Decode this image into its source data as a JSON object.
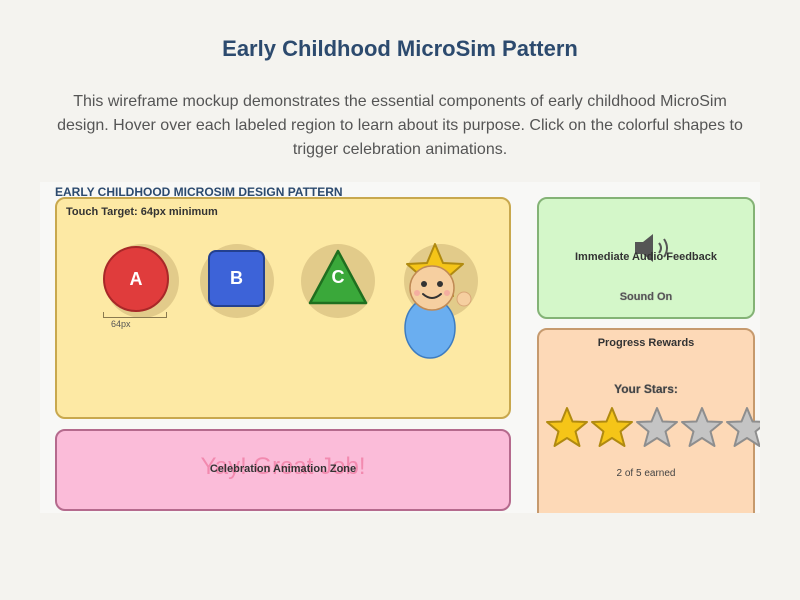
{
  "page": {
    "title": "Early Childhood MicroSim Pattern",
    "intro": "This wireframe mockup demonstrates the essential components of early childhood MicroSim design. Hover over each labeled region to learn about its purpose. Click on the colorful shapes to trigger celebration animations."
  },
  "diagram": {
    "title": "EARLY CHILDHOOD MICROSIM DESIGN PATTERN",
    "touch_zone": {
      "label": "Touch Target: 64px minimum",
      "shapes": [
        {
          "label": "A",
          "shape": "circle",
          "color": "#e03c3c"
        },
        {
          "label": "B",
          "shape": "rounded-square",
          "color": "#3d63d8"
        },
        {
          "label": "C",
          "shape": "triangle",
          "color": "#3aa83a"
        }
      ],
      "measure_label": "64px"
    },
    "celebration_zone": {
      "label": "Celebration Animation Zone",
      "message": "Yay! Great Job!"
    },
    "audio_zone": {
      "label": "Immediate Audio Feedback",
      "status": "Sound On",
      "icon": "speaker-icon"
    },
    "progress_zone": {
      "label": "Progress Rewards",
      "stars_heading": "Your Stars:",
      "stars_total": 5,
      "stars_earned": 2,
      "earned_text": "2 of 5 earned",
      "star_color_earned": "#f5c518",
      "star_color_empty": "#c4c4c4"
    }
  }
}
